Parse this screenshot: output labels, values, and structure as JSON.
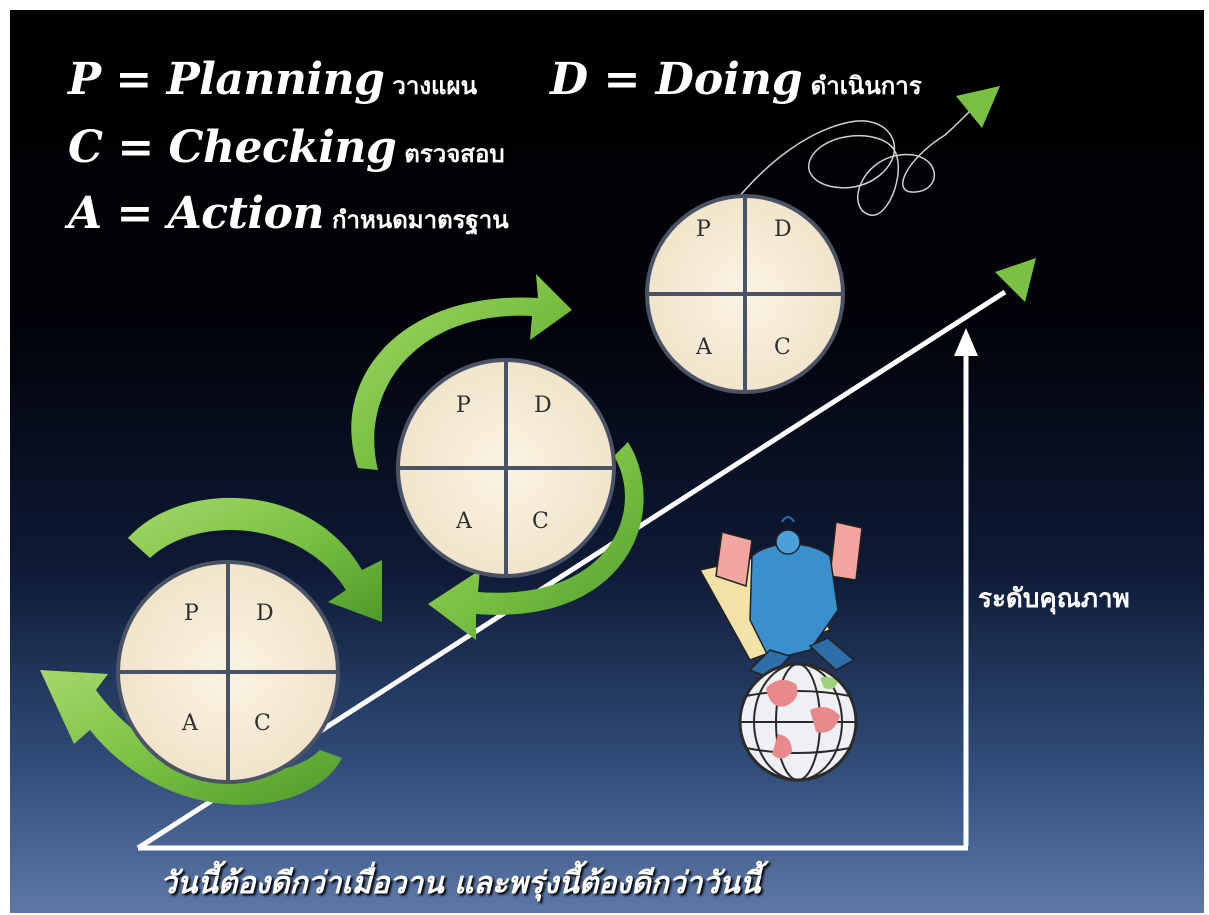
{
  "legend": {
    "p_term": "P = Planning",
    "p_thai": "วางแผน",
    "d_term": "D = Doing",
    "d_thai": "ดำเนินการ",
    "c_term": "C = Checking",
    "c_thai": "ตรวจสอบ",
    "a_term": "A = Action",
    "a_thai": "กำหนดมาตรฐาน"
  },
  "cycles": [
    {
      "p": "P",
      "d": "D",
      "a": "A",
      "c": "C"
    },
    {
      "p": "P",
      "d": "D",
      "a": "A",
      "c": "C"
    },
    {
      "p": "P",
      "d": "D",
      "a": "A",
      "c": "C"
    }
  ],
  "axis_label": "ระดับคุณภาพ",
  "caption": "วันนี้ต้องดีกว่าเมื่อวาน และพรุ่งนี้ต้องดีกว่าวันนี้",
  "colors": {
    "arrow_green": "#7ac143",
    "circle_fill": "#f6ead6",
    "circle_border": "#4a5365",
    "axis_white": "#ffffff"
  },
  "icons": {
    "person": "businessman-clipart-icon",
    "globe": "globe-clipart-icon"
  }
}
